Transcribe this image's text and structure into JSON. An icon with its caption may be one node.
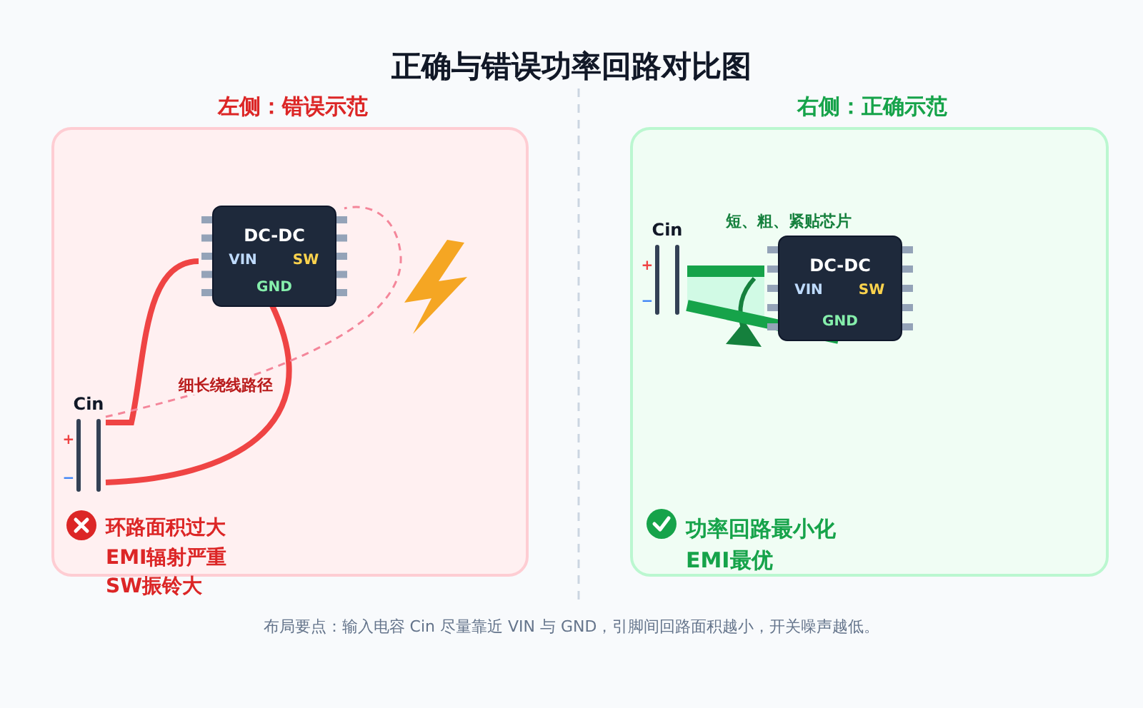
{
  "diagram": {
    "title": "正确与错误功率回路对比图",
    "caption": "布局要点：输入电容 Cin 尽量靠近 VIN 与 GND，引脚间回路面积越小，开关噪声越低。",
    "nodes": [
      {
        "text": [
          "左侧：错误示范"
        ]
      },
      {
        "text": [
          "DC-DC",
          "VIN",
          "SW",
          "GND"
        ],
        "in": 0
      },
      {
        "text": [
          "Cin",
          "+",
          "−"
        ],
        "in": 0
      },
      {
        "text": [
          "右侧：正确示范"
        ]
      },
      {
        "text": [
          "Cin",
          "+",
          "−"
        ],
        "in": 3
      },
      {
        "text": [
          "DC-DC",
          "VIN",
          "SW",
          "GND"
        ],
        "in": 3
      }
    ],
    "edges": [
      {
        "from": 2,
        "to": 1,
        "arrow": "none",
        "color": "#ef4444"
      },
      {
        "from": 2,
        "to": 1,
        "arrow": "none",
        "color": "#ef4444"
      },
      {
        "from": 4,
        "to": 5,
        "arrow": "none",
        "style": "thick",
        "color": "#16a34a"
      },
      {
        "from": 4,
        "to": 5,
        "arrow": "none",
        "style": "thick",
        "color": "#16a34a"
      },
      {
        "from": 2,
        "to": 1,
        "arrow": "none",
        "style": "dashed",
        "color": "#f4869a",
        "label": "细长绕线路径"
      }
    ],
    "labels": [
      "环路面积过大",
      "EMI辐射严重",
      "SW振铃大",
      "短、粗、紧贴芯片",
      "功率回路最小化",
      "EMI最优"
    ]
  }
}
